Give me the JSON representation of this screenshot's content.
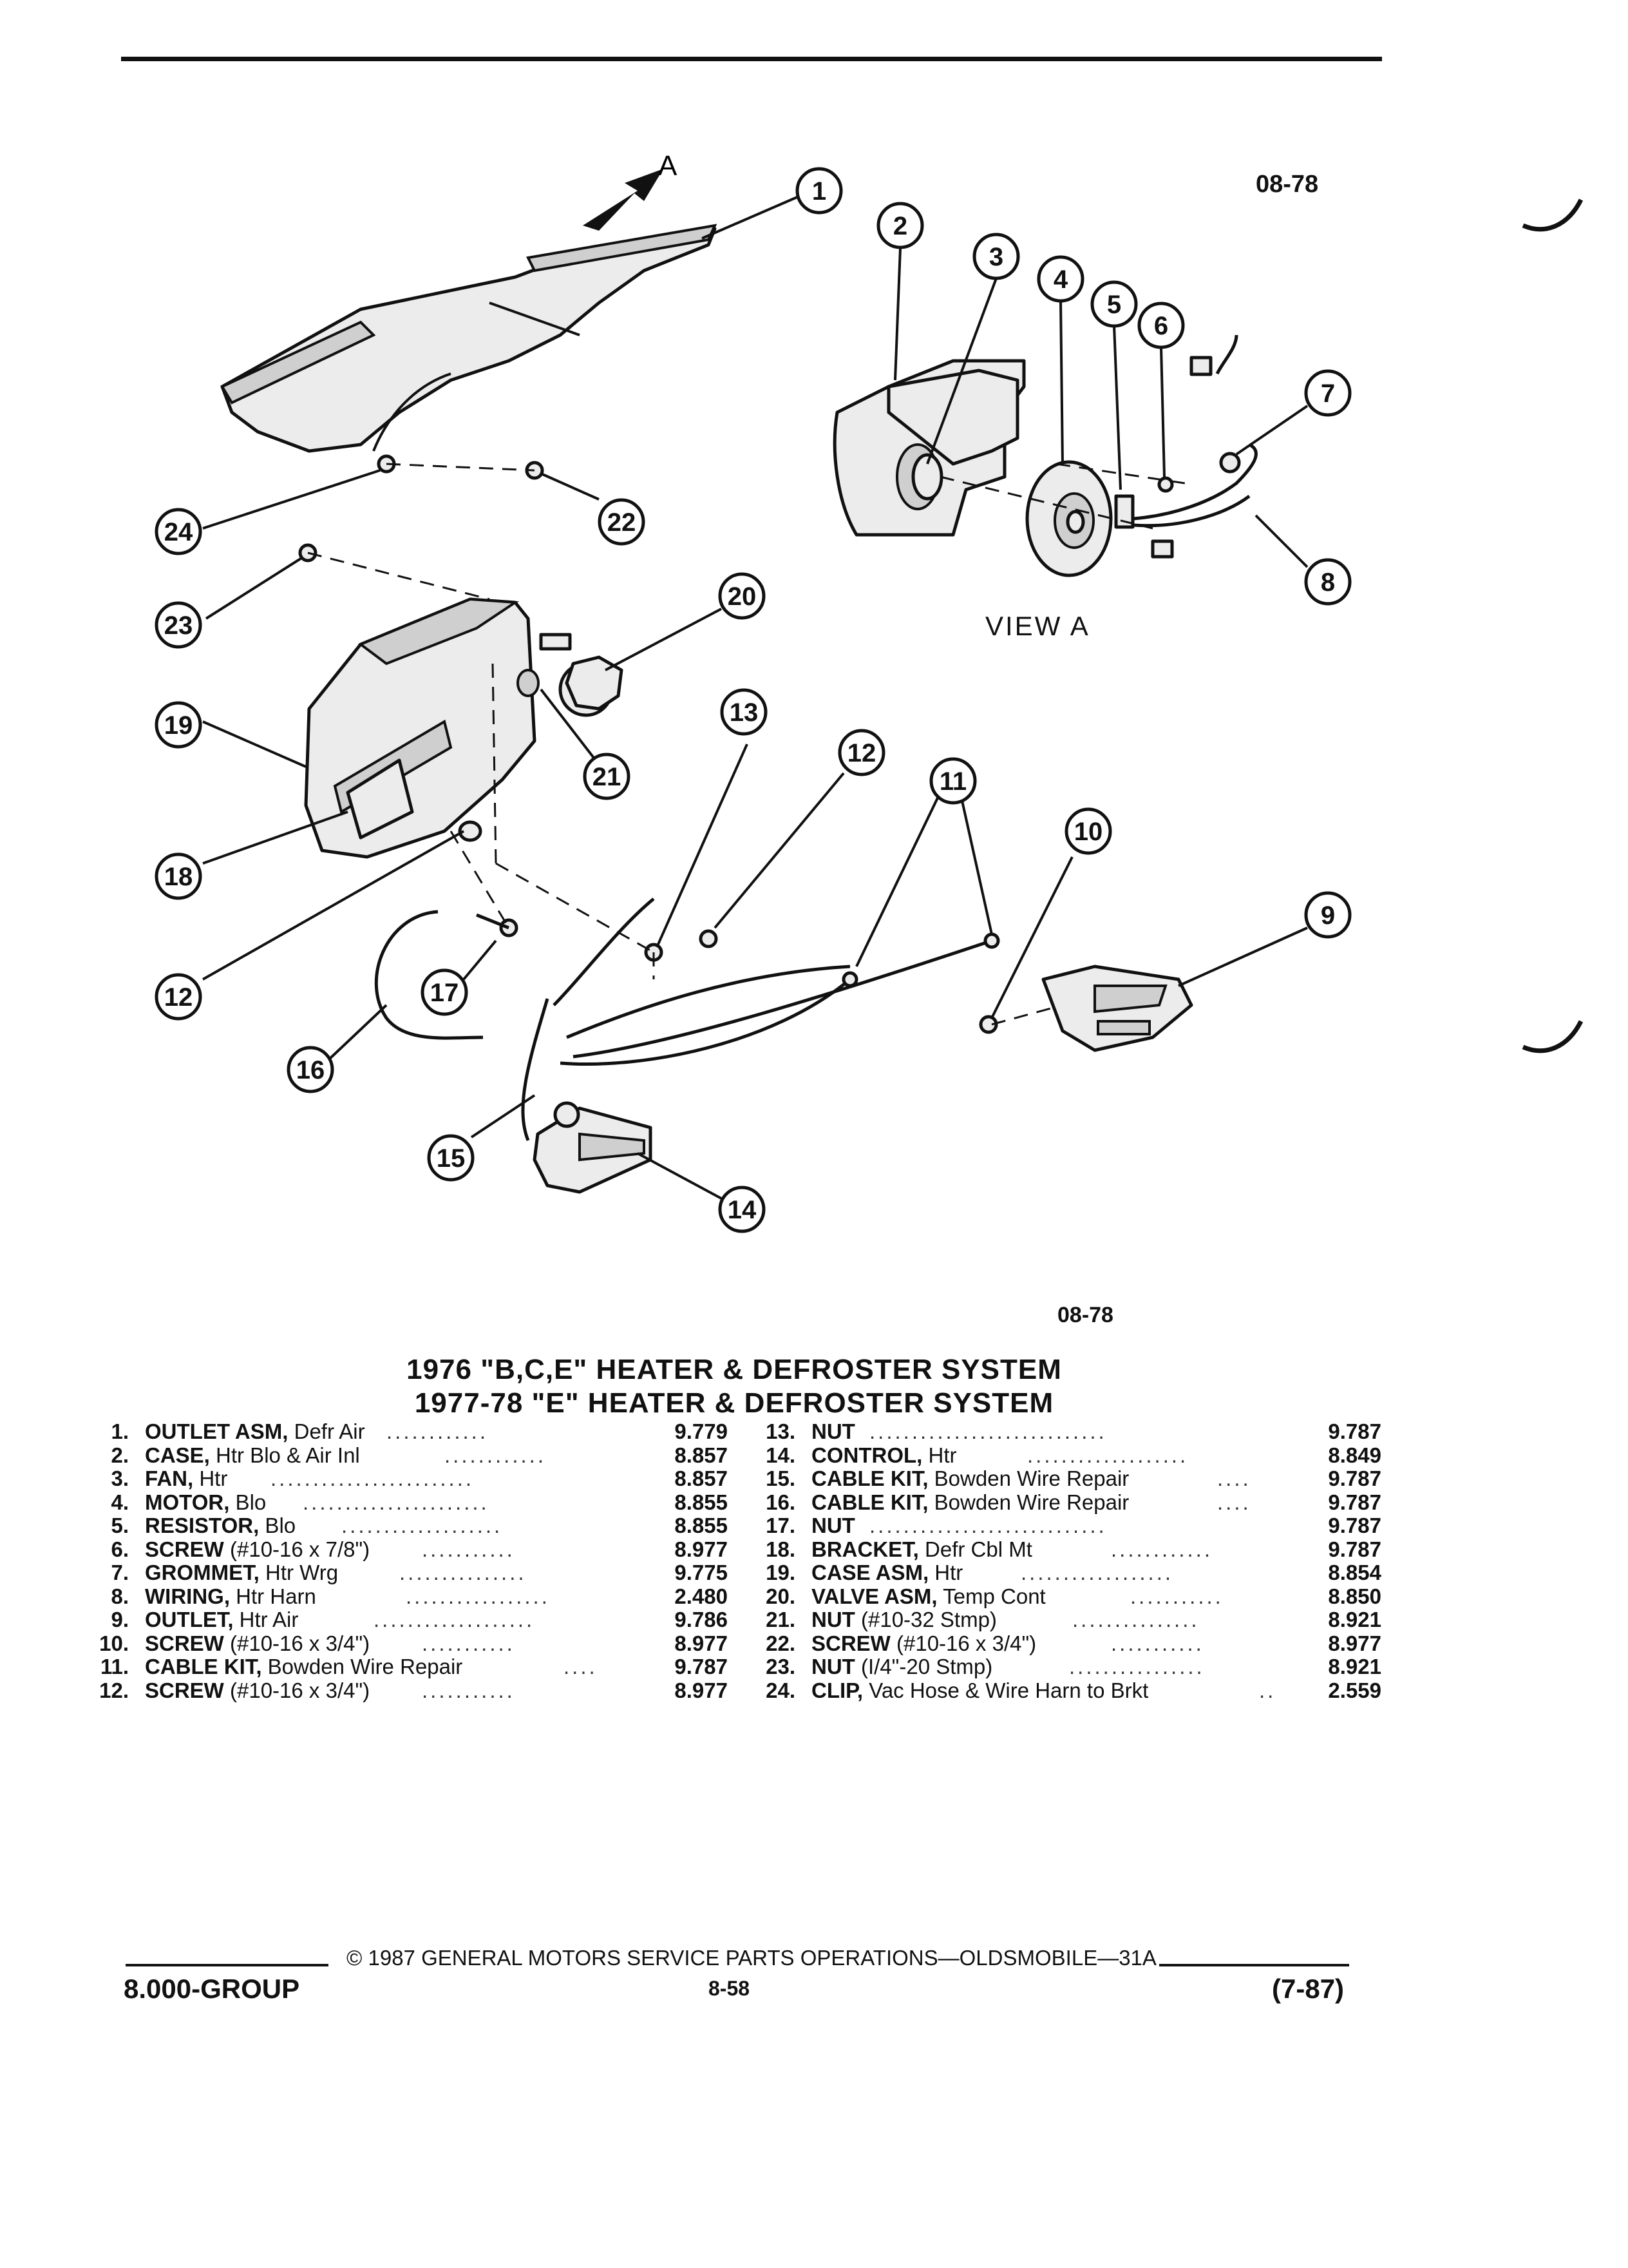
{
  "header": {
    "ref_top": "08-78",
    "ref_bottom": "08-78",
    "view_label": "VIEW A",
    "arrow_label": "A"
  },
  "titles": {
    "line1": "1976 \"B,C,E\" HEATER & DEFROSTER SYSTEM",
    "line2": "1977-78 \"E\" HEATER & DEFROSTER SYSTEM"
  },
  "callouts": [
    "1",
    "2",
    "3",
    "4",
    "5",
    "6",
    "7",
    "8",
    "9",
    "10",
    "11",
    "12",
    "12",
    "13",
    "14",
    "15",
    "16",
    "17",
    "18",
    "19",
    "20",
    "21",
    "22",
    "23",
    "24"
  ],
  "parts_left": [
    {
      "num": "1.",
      "name": "OUTLET ASM,",
      "desc": " Defr Air",
      "code": "9.779"
    },
    {
      "num": "2.",
      "name": "CASE,",
      "desc": " Htr Blo & Air Inl",
      "code": "8.857"
    },
    {
      "num": "3.",
      "name": "FAN,",
      "desc": " Htr",
      "code": "8.857"
    },
    {
      "num": "4.",
      "name": "MOTOR,",
      "desc": " Blo",
      "code": "8.855"
    },
    {
      "num": "5.",
      "name": "RESISTOR,",
      "desc": " Blo",
      "code": "8.855"
    },
    {
      "num": "6.",
      "name": "SCREW",
      "desc": " (#10-16 x 7/8\")",
      "code": "8.977"
    },
    {
      "num": "7.",
      "name": "GROMMET,",
      "desc": " Htr Wrg",
      "code": "9.775"
    },
    {
      "num": "8.",
      "name": "WIRING,",
      "desc": " Htr Harn",
      "code": "2.480"
    },
    {
      "num": "9.",
      "name": "OUTLET,",
      "desc": " Htr Air",
      "code": "9.786"
    },
    {
      "num": "10.",
      "name": "SCREW",
      "desc": " (#10-16 x 3/4\")",
      "code": "8.977"
    },
    {
      "num": "11.",
      "name": "CABLE KIT,",
      "desc": " Bowden Wire Repair",
      "code": "9.787"
    },
    {
      "num": "12.",
      "name": "SCREW",
      "desc": " (#10-16 x 3/4\")",
      "code": "8.977"
    }
  ],
  "parts_right": [
    {
      "num": "13.",
      "name": "NUT",
      "desc": "",
      "code": "9.787"
    },
    {
      "num": "14.",
      "name": "CONTROL,",
      "desc": " Htr",
      "code": "8.849"
    },
    {
      "num": "15.",
      "name": "CABLE KIT,",
      "desc": " Bowden Wire Repair",
      "code": "9.787"
    },
    {
      "num": "16.",
      "name": "CABLE KIT,",
      "desc": " Bowden Wire Repair",
      "code": "9.787"
    },
    {
      "num": "17.",
      "name": "NUT",
      "desc": "",
      "code": "9.787"
    },
    {
      "num": "18.",
      "name": "BRACKET,",
      "desc": " Defr Cbl Mt",
      "code": "9.787"
    },
    {
      "num": "19.",
      "name": "CASE ASM,",
      "desc": " Htr",
      "code": "8.854"
    },
    {
      "num": "20.",
      "name": "VALVE ASM,",
      "desc": " Temp Cont",
      "code": "8.850"
    },
    {
      "num": "21.",
      "name": "NUT",
      "desc": " (#10-32 Stmp)",
      "code": "8.921"
    },
    {
      "num": "22.",
      "name": "SCREW",
      "desc": " (#10-16 x 3/4\")",
      "code": "8.977"
    },
    {
      "num": "23.",
      "name": "NUT",
      "desc": " (I/4\"-20 Stmp)",
      "code": "8.921"
    },
    {
      "num": "24.",
      "name": "CLIP,",
      "desc": " Vac Hose & Wire Harn to Brkt",
      "code": "2.559"
    }
  ],
  "footer": {
    "copyright": "© 1987 GENERAL MOTORS SERVICE PARTS OPERATIONS—OLDSMOBILE—31A",
    "group": "8.000-GROUP",
    "page": "8-58",
    "date": "(7-87)"
  }
}
